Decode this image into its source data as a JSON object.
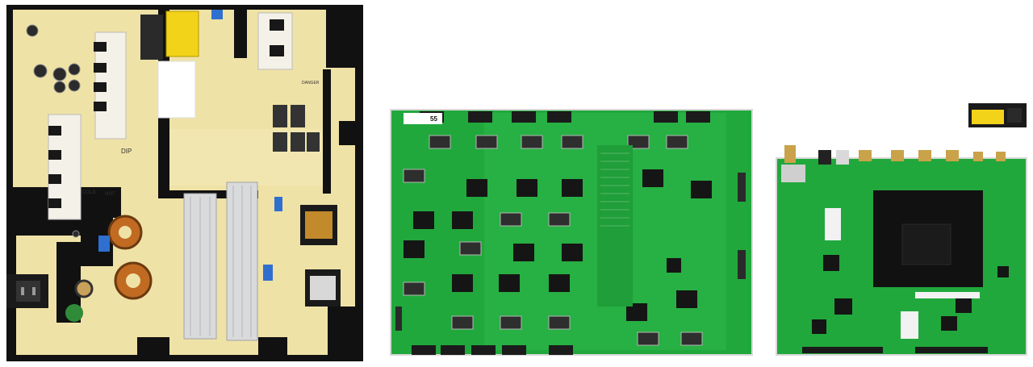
{
  "scene": {
    "background": "#ffffff",
    "colors": {
      "power_board": "#efe2a6",
      "power_trace": "#111111",
      "green_board": "#21a83c",
      "green_dark": "#12752a",
      "heatsink": "#d9dadc",
      "chip": "#151515",
      "transformer": "#f3d21a"
    }
  },
  "labels": {
    "board_number": "55",
    "dip": "DIP",
    "cold": "COLD",
    "hot": "HOT",
    "danger": "DANGER"
  }
}
